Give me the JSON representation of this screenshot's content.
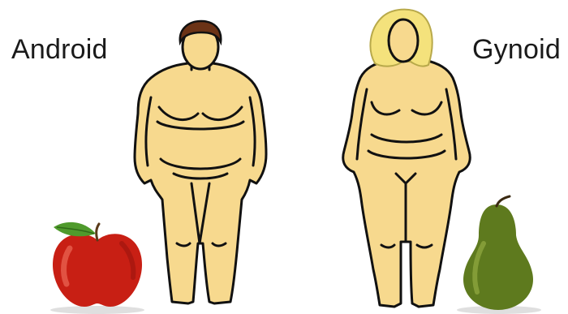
{
  "labels": {
    "android": "Android",
    "gynoid": "Gynoid"
  },
  "colors": {
    "skin": "#f7d98e",
    "outline": "#111111",
    "hair_android": "#6b3316",
    "hair_gynoid": "#f4e27c",
    "apple": "#c81f14",
    "apple_leaf": "#4f9a2c",
    "pear": "#5e7a1e"
  },
  "icons": {
    "android_figure": "android-body-figure",
    "gynoid_figure": "gynoid-body-figure",
    "apple": "apple-icon",
    "pear": "pear-icon"
  }
}
